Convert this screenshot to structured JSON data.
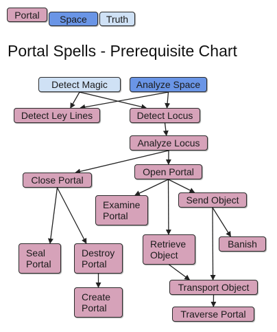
{
  "legend": {
    "portal": "Portal",
    "space": "Space",
    "truth": "Truth"
  },
  "title": "Portal Spells - Prerequisite Chart",
  "colors": {
    "portal": "#d6a2b9",
    "space": "#6a95e6",
    "truth": "#cfe1f5",
    "edge": "#222222"
  },
  "nodes": {
    "detect_magic": "Detect Magic",
    "analyze_space": "Analyze Space",
    "detect_ley_lines": "Detect Ley Lines",
    "detect_locus": "Detect Locus",
    "analyze_locus": "Analyze Locus",
    "close_portal": "Close Portal",
    "open_portal": "Open Portal",
    "examine_portal": "Examine\nPortal",
    "send_object": "Send Object",
    "retrieve_object": "Retrieve\nObject",
    "banish": "Banish",
    "seal_portal": "Seal\nPortal",
    "destroy_portal": "Destroy\nPortal",
    "transport_object": "Transport Object",
    "create_portal": "Create\nPortal",
    "traverse_portal": "Traverse Portal"
  },
  "edges": [
    [
      "detect_magic",
      "detect_ley_lines"
    ],
    [
      "detect_magic",
      "detect_locus"
    ],
    [
      "analyze_space",
      "detect_ley_lines"
    ],
    [
      "analyze_space",
      "detect_locus"
    ],
    [
      "detect_locus",
      "analyze_locus"
    ],
    [
      "analyze_locus",
      "close_portal"
    ],
    [
      "analyze_locus",
      "open_portal"
    ],
    [
      "close_portal",
      "seal_portal"
    ],
    [
      "close_portal",
      "destroy_portal"
    ],
    [
      "open_portal",
      "examine_portal"
    ],
    [
      "open_portal",
      "retrieve_object"
    ],
    [
      "open_portal",
      "send_object"
    ],
    [
      "send_object",
      "banish"
    ],
    [
      "send_object",
      "transport_object"
    ],
    [
      "retrieve_object",
      "transport_object"
    ],
    [
      "destroy_portal",
      "create_portal"
    ],
    [
      "transport_object",
      "traverse_portal"
    ]
  ]
}
